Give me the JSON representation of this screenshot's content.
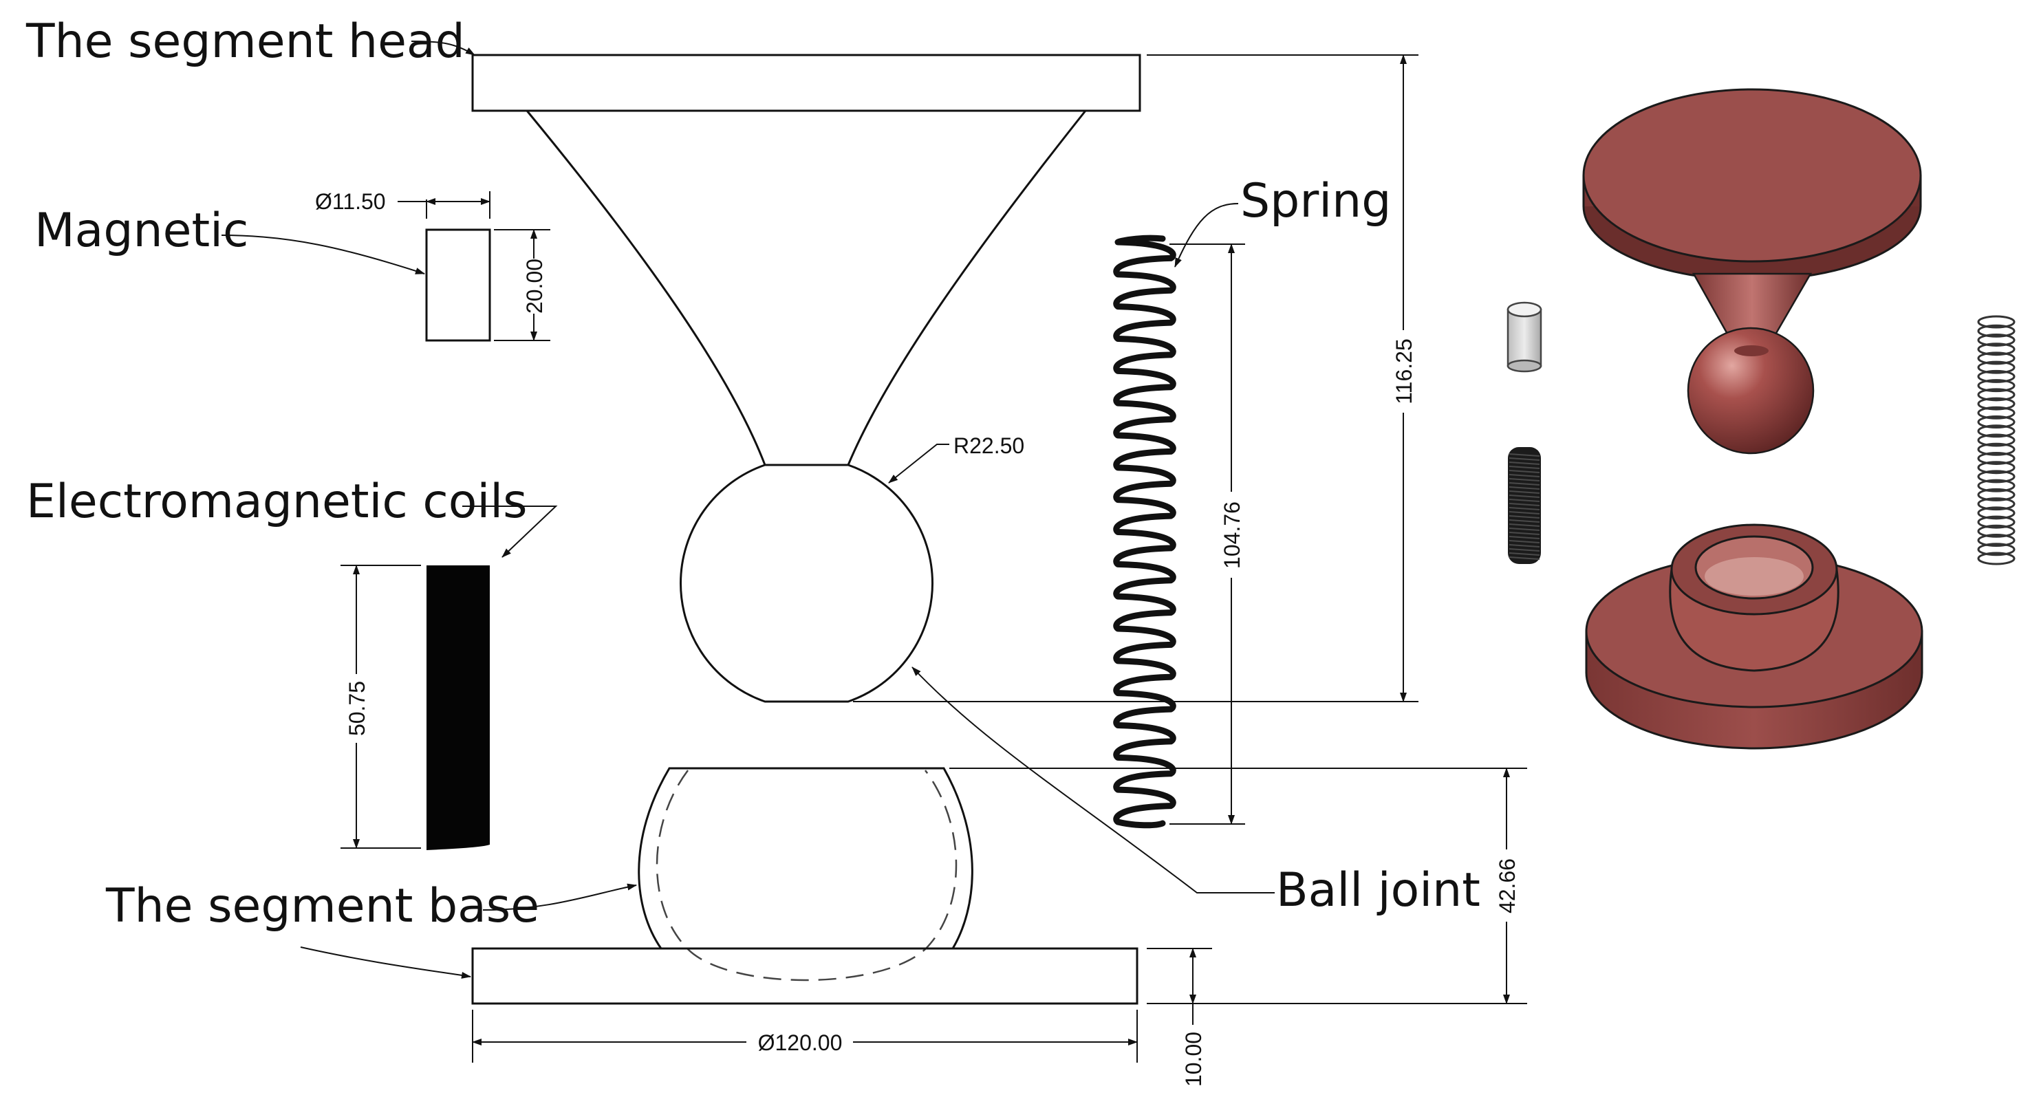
{
  "callouts": {
    "segment_head": "The segment head",
    "magnetic": "Magnetic",
    "electromagnetic_coils": "Electromagnetic coils",
    "segment_base": "The segment base",
    "spring": "Spring",
    "ball_joint": "Ball joint"
  },
  "dimensions": {
    "magnet_diameter": "Ø11.50",
    "magnet_height": "20.00",
    "coil_height": "50.75",
    "ball_radius": "R22.50",
    "spring_length": "104.76",
    "head_to_ball_height": "116.25",
    "base_cup_height": "42.66",
    "base_diameter": "Ø120.00",
    "base_thickness": "10.00"
  },
  "colors": {
    "line": "#111111",
    "render_body": "#9b4f4c",
    "render_shadow": "#6a2e2c",
    "render_highlight": "#d89a94",
    "magnet_render": "#d6d6d6"
  }
}
